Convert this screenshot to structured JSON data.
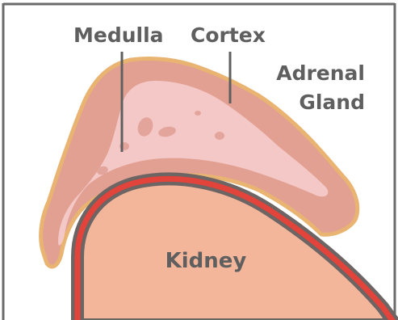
{
  "diagram": {
    "labels": {
      "medulla": "Medulla",
      "cortex": "Cortex",
      "adrenal_line1": "Adrenal",
      "adrenal_line2": "Gland",
      "kidney": "Kidney"
    },
    "colors": {
      "frame": "#6b6b6b",
      "gland_outline": "#e9b472",
      "cortex_fill": "#e2a092",
      "medulla_fill": "#f4c8c6",
      "medulla_spots": "#e3a49b",
      "kidney_fill": "#f3b69b",
      "kidney_rim_red": "#e2433a",
      "kidney_rim_gray": "#6d6464",
      "label_text": "#5f5f5f"
    }
  }
}
